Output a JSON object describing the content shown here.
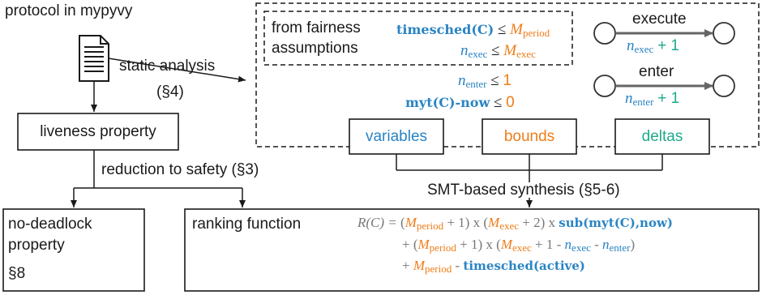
{
  "colors": {
    "blue": "#2a84c3",
    "orange": "#ef7d1a",
    "teal": "#1faa8c",
    "gray": "#777777"
  },
  "labels": {
    "protocol": "protocol in mypyvy",
    "static_analysis": "static analysis",
    "static_analysis_ref": "(§4)",
    "liveness": "liveness property",
    "reduction": "reduction to safety (§3)",
    "no_deadlock_1": "no-deadlock",
    "no_deadlock_2": "property",
    "no_deadlock_ref": "§8",
    "ranking_function": "ranking function",
    "fairness_1": "from fairness",
    "fairness_2": "assumptions",
    "variables": "variables",
    "bounds": "bounds",
    "deltas": "deltas",
    "smt": "SMT-based  synthesis  (§5-6)",
    "execute": "execute",
    "enter": "enter"
  },
  "constraints": {
    "c1_lhs": "timesched(C)",
    "c1_op": "≤",
    "c1_rhs_var": "M",
    "c1_rhs_sub": "period",
    "c2_lhs_var": "n",
    "c2_lhs_sub": "exec",
    "c2_op": "≤",
    "c2_rhs_var": "M",
    "c2_rhs_sub": "exec",
    "c3_lhs_var": "n",
    "c3_lhs_sub": "enter",
    "c3_op": "≤",
    "c3_rhs": "1",
    "c4_lhs": "myt(C)-now",
    "c4_op": "≤",
    "c4_rhs": "0"
  },
  "deltas": {
    "execute_var": "n",
    "execute_sub": "exec",
    "execute_inc": "+ 1",
    "enter_var": "n",
    "enter_sub": "enter",
    "enter_inc": "+ 1"
  },
  "ranking": {
    "line1": {
      "lhs": "R(C) =",
      "p1_open": "(",
      "p1_var": "M",
      "p1_sub": "period",
      "p1_rest": "+ 1) x (",
      "p2_var": "M",
      "p2_sub": "exec",
      "p2_rest": "+ 2) x",
      "sub_term": "sub(myt(C),now)"
    },
    "line2": {
      "plus": "+ (",
      "p1_var": "M",
      "p1_sub": "period",
      "p1_rest": "+ 1) x (",
      "p2_var": "M",
      "p2_sub": "exec",
      "mid": "+ 1 -",
      "n1_var": "n",
      "n1_sub": "exec",
      "minus": "-",
      "n2_var": "n",
      "n2_sub": "enter",
      "close": ")"
    },
    "line3": {
      "plus": "+",
      "m_var": "M",
      "m_sub": "period",
      "minus": "-",
      "term": "timesched(active)"
    }
  }
}
